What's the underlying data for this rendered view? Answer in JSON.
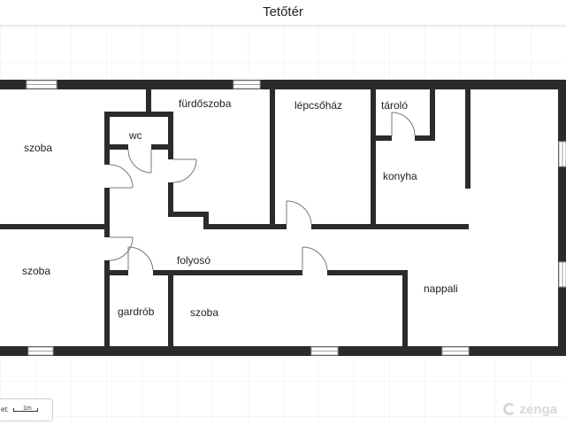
{
  "header": {
    "title": "Tetőtér"
  },
  "rooms": {
    "szoba_1": "szoba",
    "furdoszoba": "fürdőszoba",
    "lepcsohaz": "lépcsőház",
    "tarolo": "tároló",
    "wc": "wc",
    "konyha": "konyha",
    "szoba_2": "szoba",
    "folyoso": "folyosó",
    "nappali": "nappali",
    "gardrob": "gardrób",
    "szoba_3": "szoba"
  },
  "scale": {
    "label": "et:",
    "unit": "1m"
  },
  "brand": {
    "name": "zenga"
  },
  "colors": {
    "wall": "#2b2b2b",
    "grid": "#ececec",
    "window": "#9aa0a6",
    "door": "#777777"
  }
}
